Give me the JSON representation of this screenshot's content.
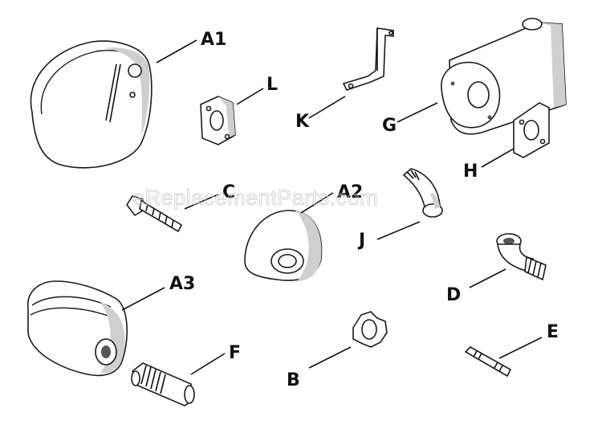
{
  "watermark": "eReplacementParts.com",
  "labels": {
    "a1": "A1",
    "l": "L",
    "k": "K",
    "g": "G",
    "h": "H",
    "c": "C",
    "a2": "A2",
    "j": "J",
    "a3": "A3",
    "d": "D",
    "f": "F",
    "e": "E",
    "b": "B"
  }
}
